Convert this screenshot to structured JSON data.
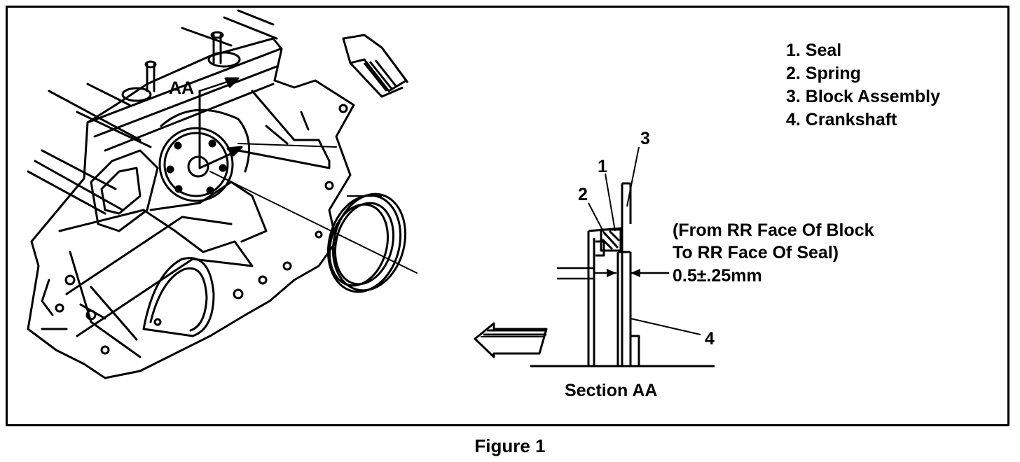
{
  "legend": {
    "items": [
      "1. Seal",
      "2. Spring",
      "3. Block Assembly",
      "4. Crankshaft"
    ]
  },
  "view_label": "AA",
  "callouts": {
    "one": "1",
    "two": "2",
    "three": "3",
    "four": "4"
  },
  "note": {
    "line1": "(From RR Face Of Block",
    "line2": "To RR Face Of Seal)",
    "dimension": "0.5±.25mm"
  },
  "section_label": "Section AA",
  "caption": "Figure 1"
}
